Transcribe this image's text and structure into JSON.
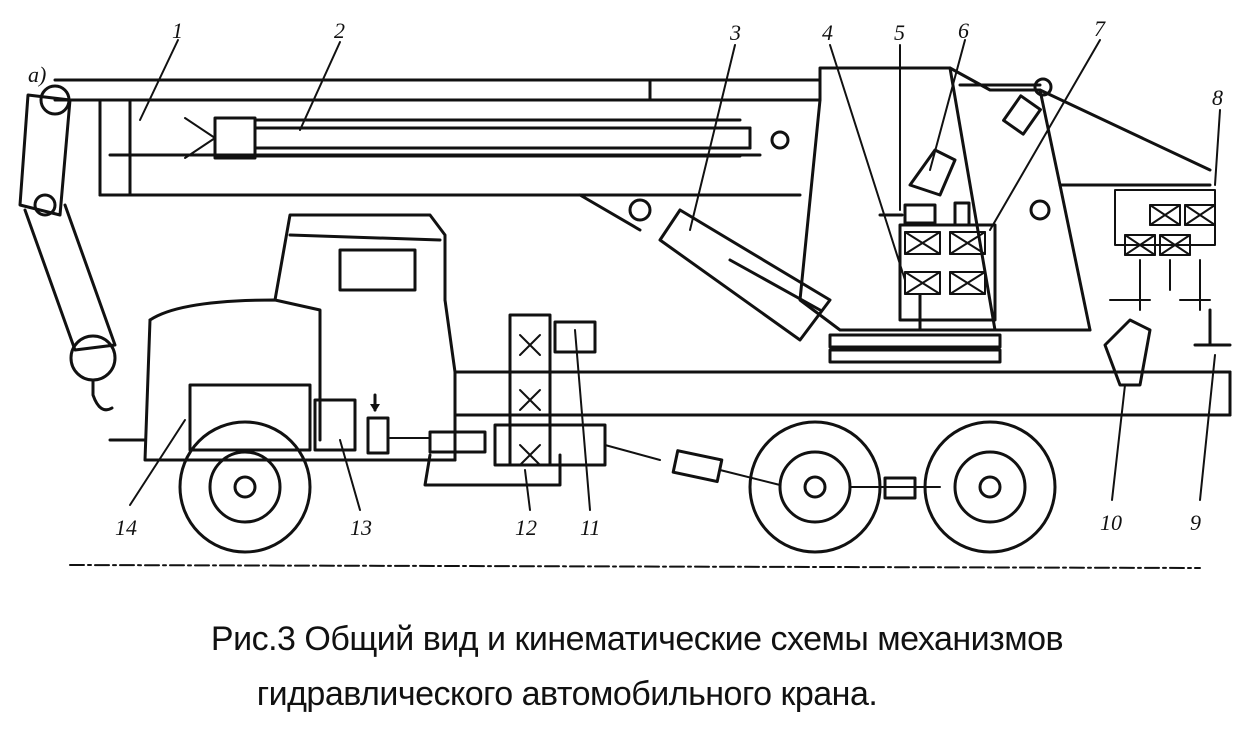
{
  "figure_tag": "а)",
  "caption": {
    "line1": "Рис.3 Общий вид и кинематические схемы механизмов",
    "line2": "гидравлического автомобильного крана."
  },
  "callouts": [
    "1",
    "2",
    "3",
    "4",
    "5",
    "6",
    "7",
    "8",
    "9",
    "10",
    "11",
    "12",
    "13",
    "14"
  ]
}
